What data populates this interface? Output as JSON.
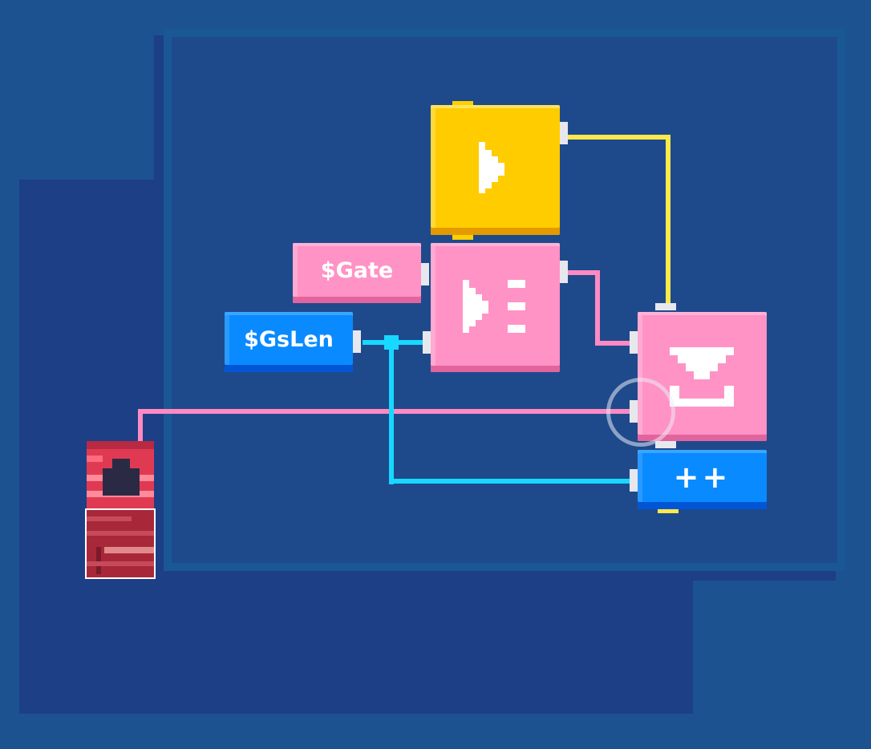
{
  "colors": {
    "background": "#1c5290",
    "board": "#1e4a8c",
    "pink_block": "#ff93c5",
    "yellow_block": "#ffcc00",
    "blue_block": "#0a8aff",
    "wire_yellow": "#ffe94a",
    "wire_pink": "#ff8ac2",
    "wire_cyan": "#18d8ff"
  },
  "blocks": {
    "gate_variable": {
      "label": "$Gate",
      "icon": "none"
    },
    "gslen_variable": {
      "label": "$GsLen",
      "icon": "none"
    },
    "trigger_block": {
      "icon": "play-icon"
    },
    "sequencer_block": {
      "icon": "play-list-icon"
    },
    "selector_block": {
      "icon": "download-tray-icon"
    },
    "increment_block": {
      "label": "++",
      "icon": "none"
    },
    "brick_object": {
      "icon": "red-brick-icon"
    }
  },
  "cursor": {
    "icon": "touch-ring-icon"
  }
}
